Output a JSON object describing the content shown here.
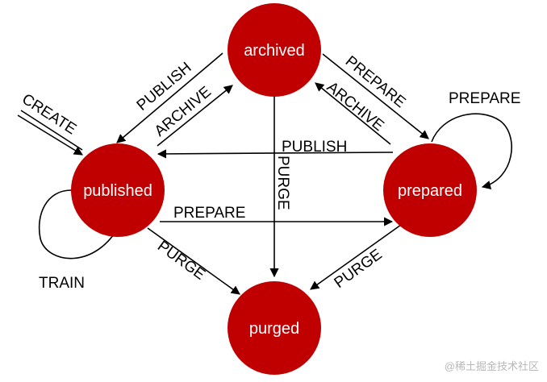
{
  "colors": {
    "node_fill": "#c00000",
    "node_text": "#ffffff",
    "edge": "#000000",
    "watermark": "#b8b8b8"
  },
  "nodes": {
    "archived": "archived",
    "published": "published",
    "prepared": "prepared",
    "purged": "purged"
  },
  "edges": {
    "create": "CREATE",
    "publish_archived_to_published": "PUBLISH",
    "archive_published_to_archived": "ARCHIVE",
    "prepare_archived_to_prepared": "PREPARE",
    "archive_prepared_to_archived": "ARCHIVE",
    "prepare_self_loop": "PREPARE",
    "publish_prepared_to_published": "PUBLISH",
    "purge_archived_to_purged": "PURGE",
    "prepare_published_to_prepared": "PREPARE",
    "train_self_loop": "TRAIN",
    "purge_published_to_purged": "PURGE",
    "purge_prepared_to_purged": "PURGE"
  },
  "watermark": "@稀土掘金技术社区"
}
